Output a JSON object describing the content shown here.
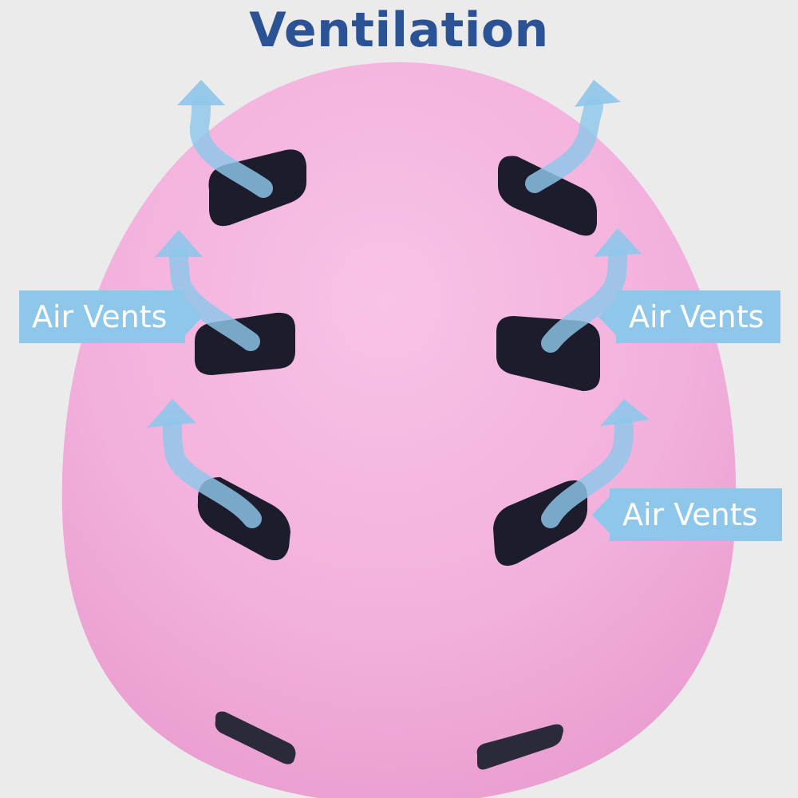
{
  "heading": {
    "title": "Ventilation"
  },
  "callouts": [
    {
      "label": "Air Vents"
    },
    {
      "label": "Air Vents"
    },
    {
      "label": "Air Vents"
    }
  ],
  "colors": {
    "background": "#ebebeb",
    "helmet": "#f2b0dc",
    "vent": "#1d1c2c",
    "arrow": "#8ec7ea",
    "title": "#2a5295"
  }
}
